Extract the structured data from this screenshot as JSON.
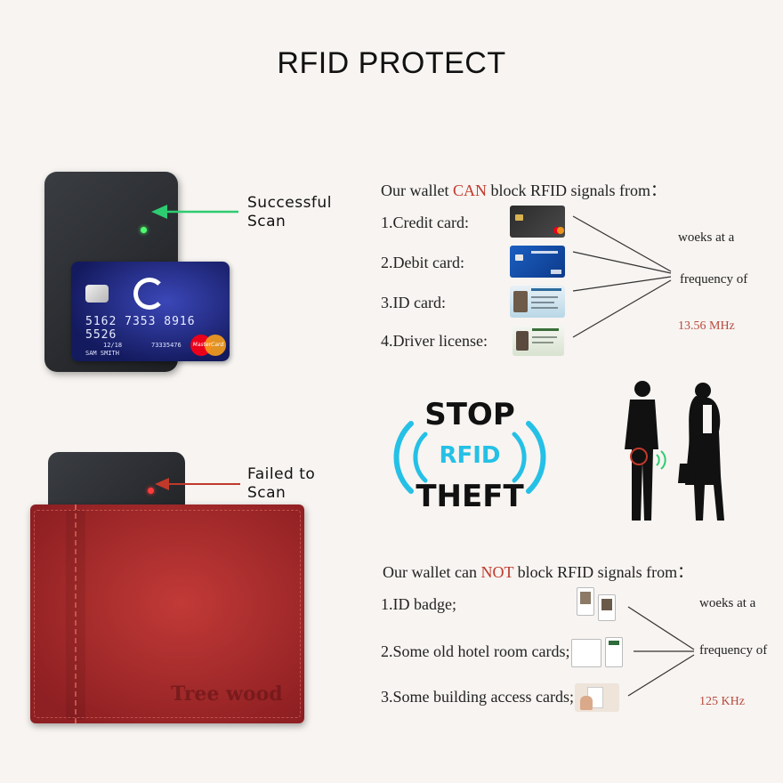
{
  "title": "RFID PROTECT",
  "scan_success": {
    "line1": "Successful",
    "line2": "Scan"
  },
  "scan_failed": {
    "line1": "Failed to",
    "line2": "Scan"
  },
  "credit_card": {
    "number": "5162 7353 8916 5526",
    "expires": "12/18",
    "member": "73335476",
    "holder": "SAM SMITH",
    "brand": "MasterCard"
  },
  "wallet_brand": "Tree wood",
  "can_block": {
    "heading_pre": "Our wallet ",
    "heading_hl": "CAN",
    "heading_post": " block RFID signals from：",
    "items": [
      "1.Credit card:",
      "2.Debit card:",
      "3.ID card:",
      "4.Driver license:"
    ],
    "side_line1": "woeks at a",
    "side_line2": "frequency of",
    "frequency": "13.56 MHz"
  },
  "stop_badge": {
    "top": "STOP",
    "middle": "RFID",
    "bottom": "THEFT"
  },
  "cannot_block": {
    "heading_pre": "Our wallet can ",
    "heading_hl": "NOT",
    "heading_post": " block RFID signals from：",
    "items": [
      "1.ID badge;",
      "2.Some old hotel room cards;",
      "3.Some building access cards;"
    ],
    "side_line1": "woeks at a",
    "side_line2": "frequency of",
    "frequency": "125 KHz"
  },
  "colors": {
    "accent_red": "#c0392b",
    "scan_green": "#2ecc71",
    "rfid_blue": "#25c0e6",
    "wallet_red": "#a8262a"
  }
}
